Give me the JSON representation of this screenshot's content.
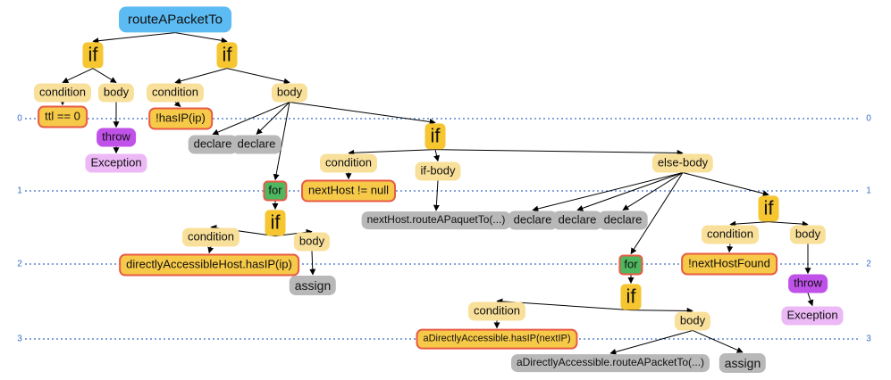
{
  "tree": {
    "root": "routeAPacketTo",
    "if_label": "if",
    "condition_label": "condition",
    "body_label": "body",
    "if_body_label": "if-body",
    "else_body_label": "else-body",
    "for_label": "for",
    "declare_label": "declare",
    "assign_label": "assign",
    "throw_label": "throw",
    "exception_label": "Exception",
    "cond_ttl": "ttl == 0",
    "cond_hasip": "!hasIP(ip)",
    "cond_nexthost": "nextHost != null",
    "cond_direct": "directlyAccessibleHost.hasIP(ip)",
    "cond_not_found": "!nextHostFound",
    "cond_adirect": "aDirectlyAccessible.hasIP(nextIP)",
    "call_nexthost": "nextHost.routeAPaquetTo(...)",
    "call_adirect": "aDirectlyAccessible.routeAPacketTo(...)"
  },
  "levels": [
    "0",
    "1",
    "2",
    "3"
  ],
  "colors": {
    "root": "#5bbbf2",
    "if": "#f6c631",
    "label": "#f9e09a",
    "condition_border": "#e85a45",
    "statement": "#b8b8b8",
    "throw": "#c052ea",
    "exception": "#ecb8f6",
    "for": "#4fb760",
    "level_line": "#3a6cc8"
  }
}
